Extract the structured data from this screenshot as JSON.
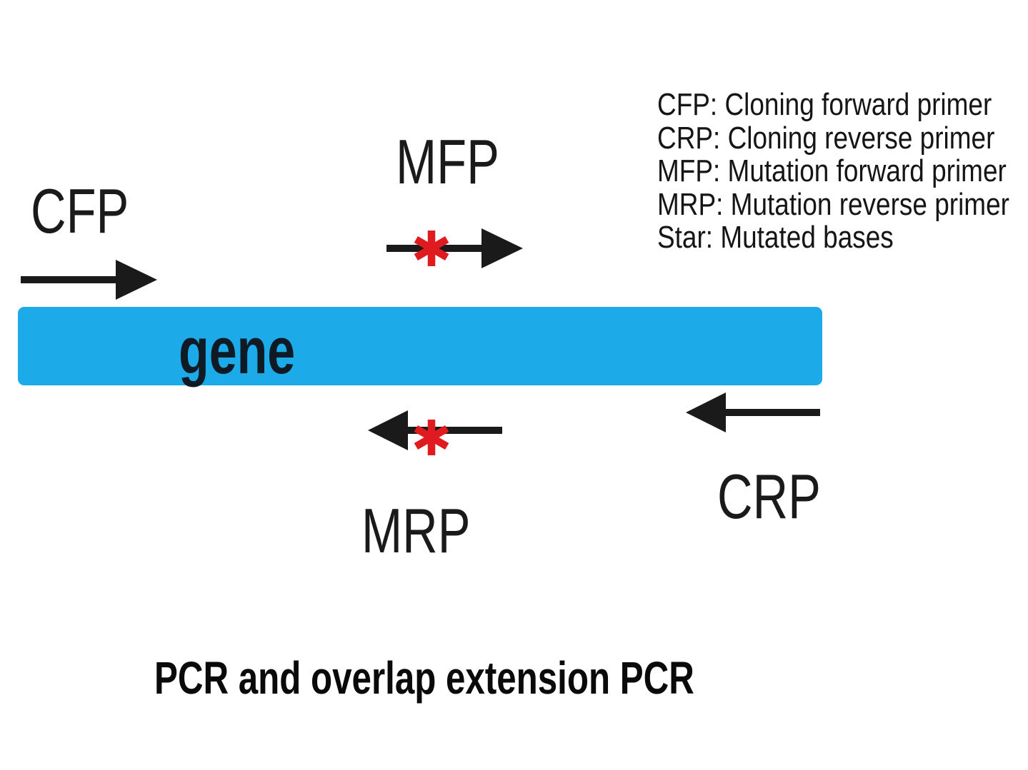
{
  "figure": {
    "title": "PCR and overlap extension PCR",
    "gene_label": "gene",
    "primers": {
      "cfp": {
        "label": "CFP",
        "direction": "right",
        "mutated": false
      },
      "mfp": {
        "label": "MFP",
        "direction": "right",
        "mutated": true
      },
      "mrp": {
        "label": "MRP",
        "direction": "left",
        "mutated": true
      },
      "crp": {
        "label": "CRP",
        "direction": "left",
        "mutated": false
      }
    },
    "legend": {
      "lines": [
        "CFP: Cloning forward primer",
        "CRP: Cloning reverse primer",
        "MFP: Mutation forward primer",
        "MRP: Mutation reverse primer",
        "Star: Mutated bases"
      ]
    },
    "colors": {
      "gene_bar": "#1caae9",
      "mutation_star": "#e01b1f",
      "arrow": "#1a1a1a"
    }
  }
}
